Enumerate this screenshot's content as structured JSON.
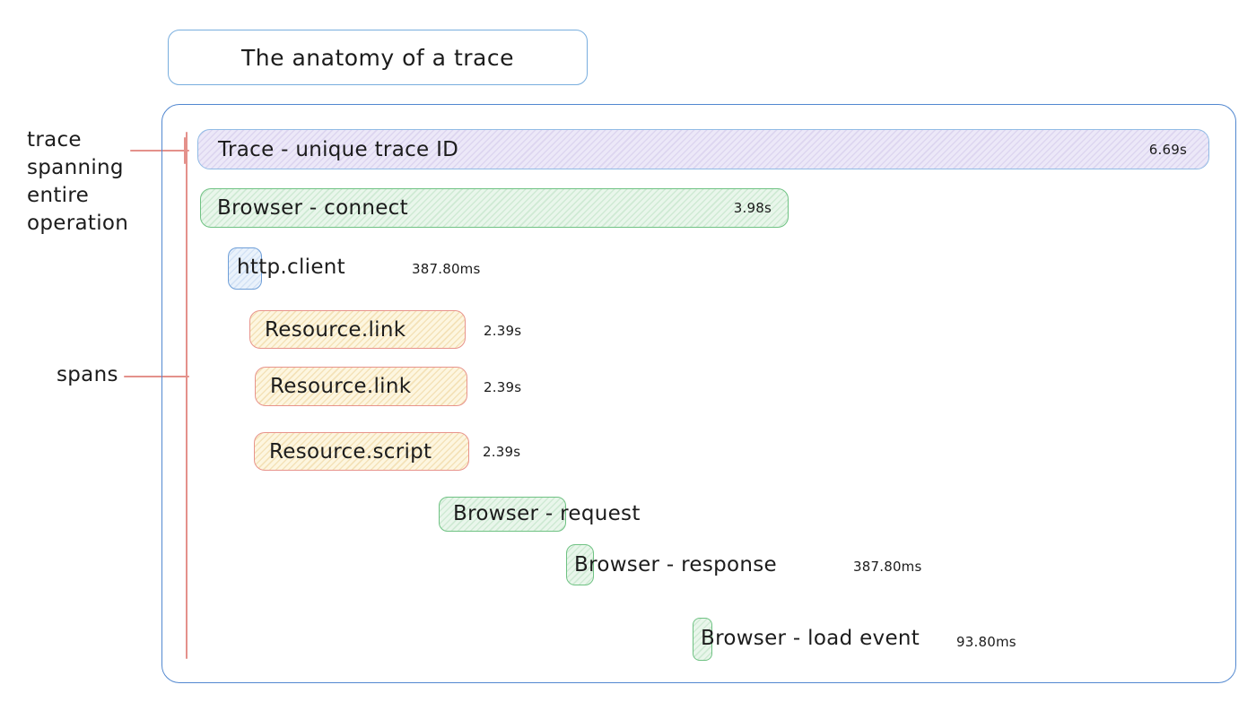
{
  "title": "The anatomy of a trace",
  "annotations": {
    "trace_lines": [
      "trace",
      "spanning",
      "entire",
      "operation"
    ],
    "spans_label": "spans"
  },
  "trace_bar": {
    "label": "Trace - unique trace ID",
    "duration": "6.69s"
  },
  "spans": [
    {
      "label": "Browser - connect",
      "duration": "3.98s"
    },
    {
      "label": "http.client",
      "duration": "387.80ms"
    },
    {
      "label": "Resource.link",
      "duration": "2.39s"
    },
    {
      "label": "Resource.link",
      "duration": "2.39s"
    },
    {
      "label": "Resource.script",
      "duration": "2.39s"
    },
    {
      "label": "Browser - request",
      "duration": ""
    },
    {
      "label": "Browser - response",
      "duration": "387.80ms"
    },
    {
      "label": "Browser - load event",
      "duration": "93.80ms"
    }
  ],
  "colors": {
    "container_border": "#5288d0",
    "title_border": "#79aede",
    "trace_fill": "#ece8f8",
    "trace_border": "#91bbe5",
    "green_border": "#6fc283",
    "green_fill": "#e9f6eb",
    "yellow_fill": "#fdf6e0",
    "yellow_border": "#e8948c",
    "blue_box_border": "#6f9fd8",
    "annotation_red": "#e4918b",
    "text": "#1c1c1c"
  }
}
